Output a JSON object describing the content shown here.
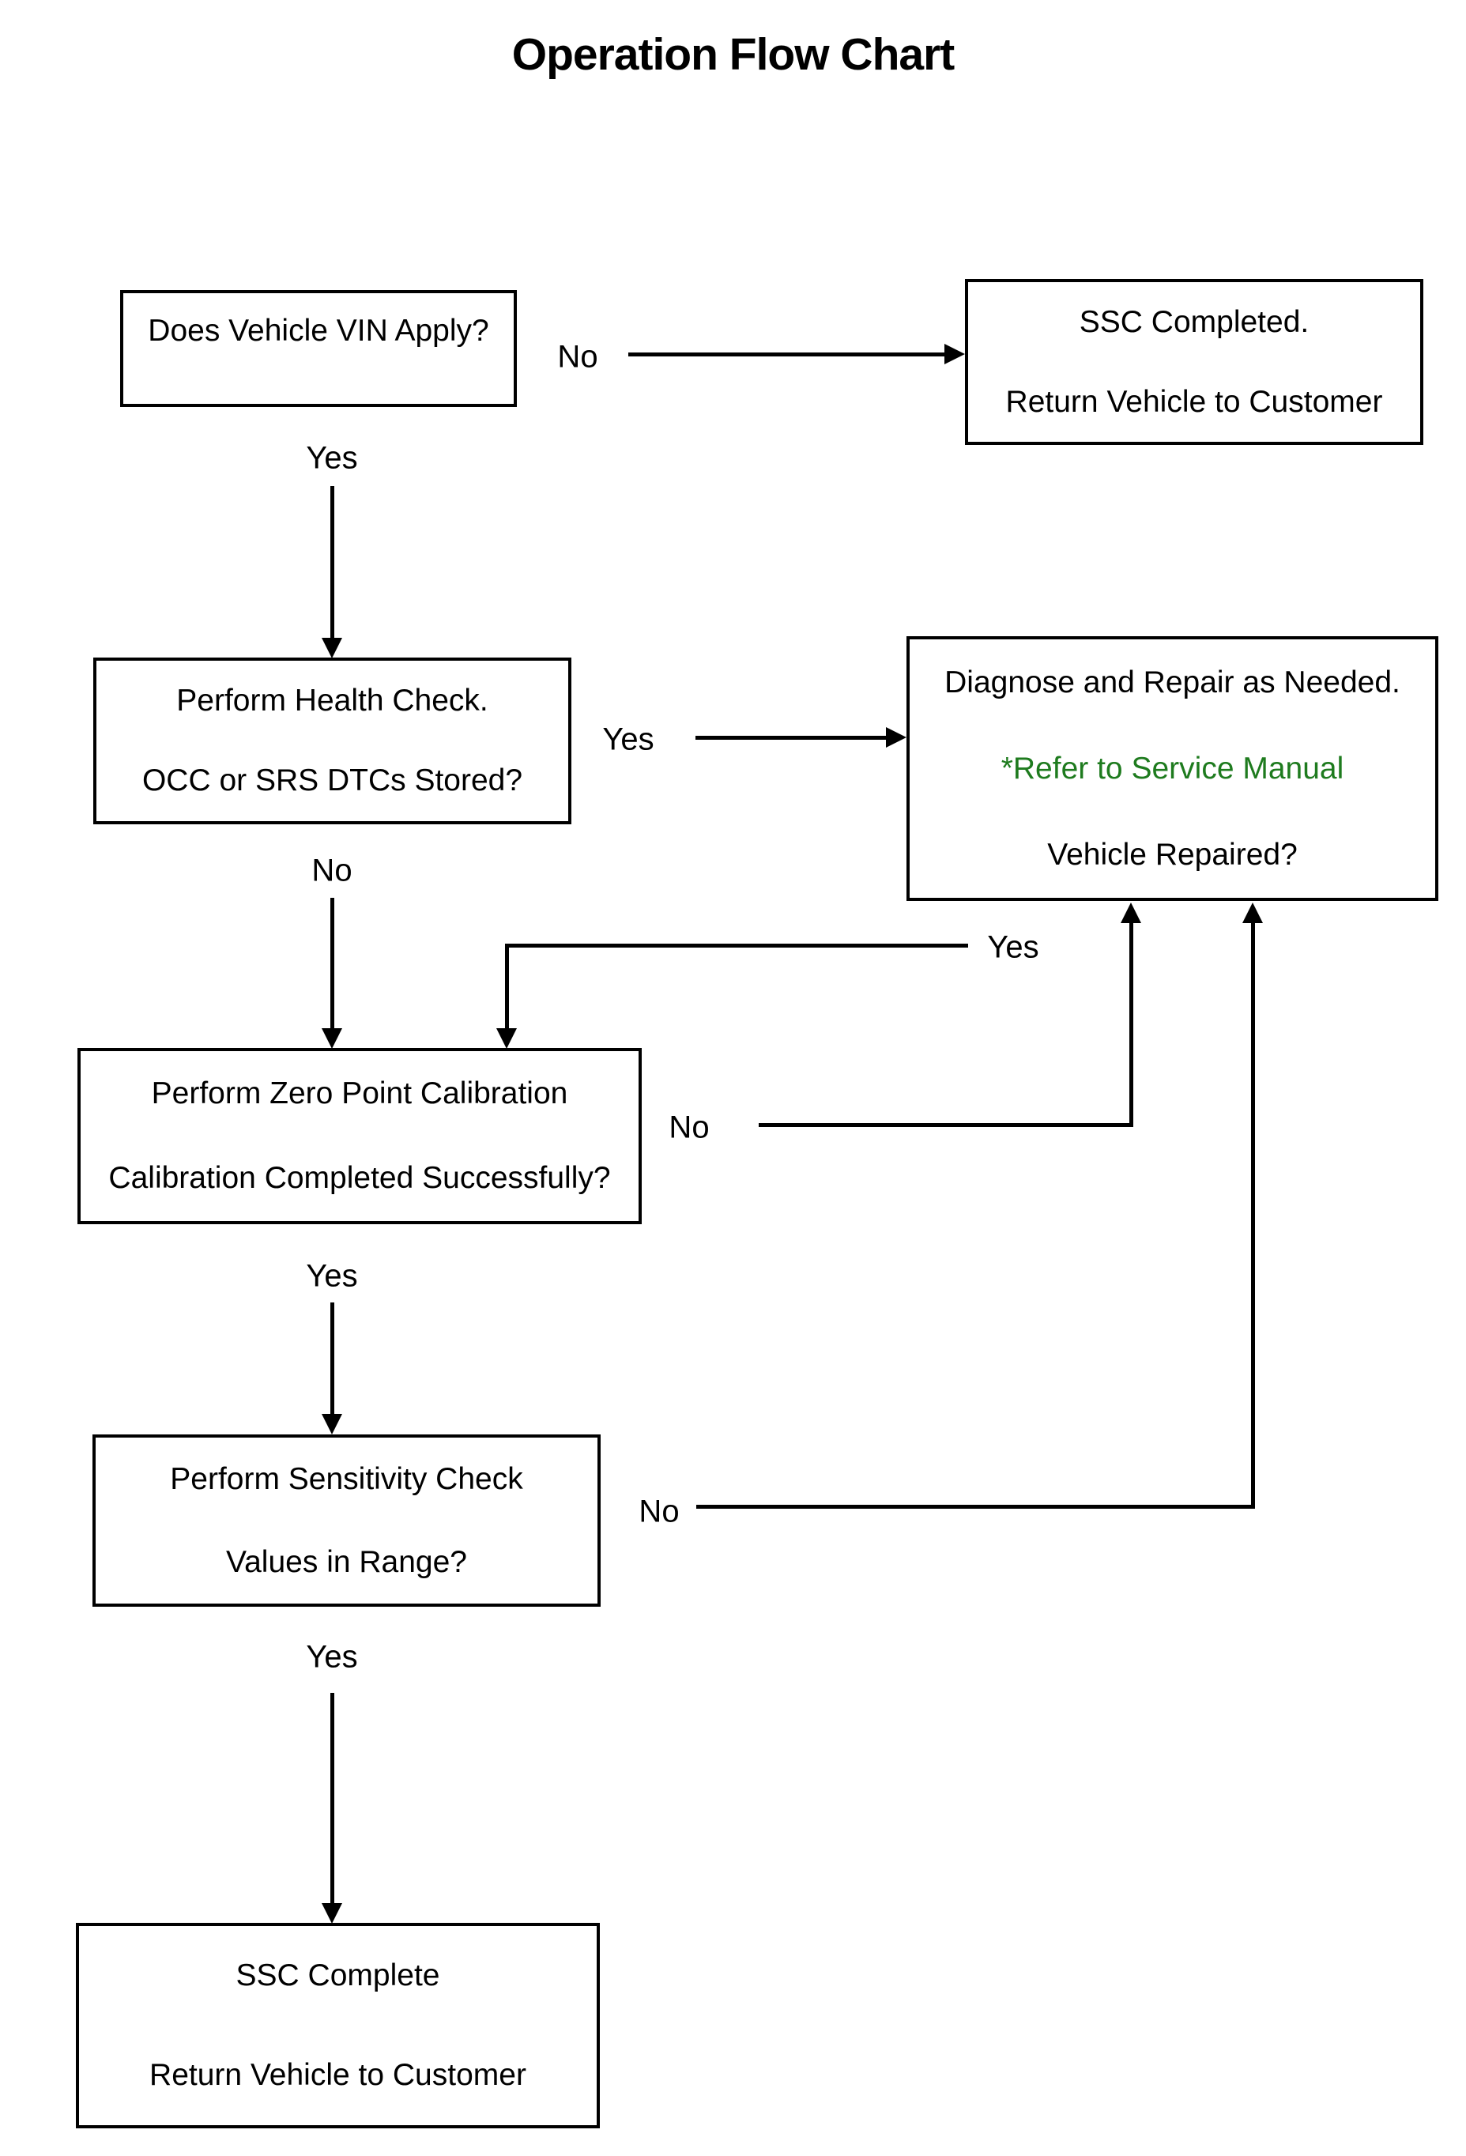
{
  "title": "Operation Flow Chart",
  "colors": {
    "line": "#000000",
    "text": "#000000",
    "accent_green": "#1e7b1e",
    "background": "#ffffff"
  },
  "boxes": {
    "vin": {
      "lines": [
        "Does Vehicle VIN Apply?"
      ]
    },
    "ssc_completed": {
      "lines": [
        "SSC Completed.",
        "Return Vehicle to Customer"
      ]
    },
    "health_check": {
      "lines": [
        "Perform Health Check.",
        "OCC or SRS DTCs Stored?"
      ]
    },
    "diagnose": {
      "lines": [
        "Diagnose and Repair as Needed.",
        "*Refer to Service Manual",
        "Vehicle Repaired?"
      ]
    },
    "zero_point": {
      "lines": [
        "Perform Zero Point Calibration",
        "Calibration Completed Successfully?"
      ]
    },
    "sensitivity": {
      "lines": [
        "Perform Sensitivity Check",
        "Values in Range?"
      ]
    },
    "ssc_complete": {
      "lines": [
        "SSC Complete",
        "Return Vehicle to Customer"
      ]
    }
  },
  "edge_labels": {
    "vin_no": "No",
    "vin_yes": "Yes",
    "health_yes": "Yes",
    "health_no": "No",
    "repaired_yes": "Yes",
    "calibration_no": "No",
    "calibration_yes": "Yes",
    "sensitivity_no": "No",
    "sensitivity_yes": "Yes"
  }
}
